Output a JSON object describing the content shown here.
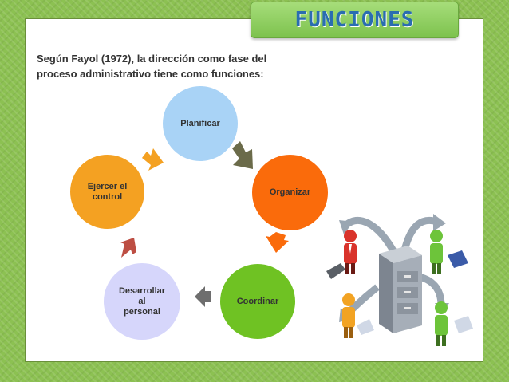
{
  "title": "FUNCIONES",
  "intro": {
    "line1": "Según  Fayol (1972), la dirección como fase del",
    "line2": "proceso administrativo tiene como funciones:"
  },
  "cycle": {
    "nodes": [
      {
        "id": "planificar",
        "lines": [
          "Planificar"
        ],
        "color": "#a9d3f6"
      },
      {
        "id": "organizar",
        "lines": [
          "Organizar"
        ],
        "color": "#fa6b0b"
      },
      {
        "id": "coordinar",
        "lines": [
          "Coordinar"
        ],
        "color": "#6fc223"
      },
      {
        "id": "desarrollar",
        "lines": [
          "Desarrollar",
          "al",
          "personal"
        ],
        "color": "#d6d6fb"
      },
      {
        "id": "ejercer",
        "lines": [
          "Ejercer  el",
          "control"
        ],
        "color": "#f4a122"
      }
    ],
    "arrow_colors": [
      "#6b6b4a",
      "#fa6b0b",
      "#6e6e6e",
      "#bd4e43",
      "#f4a122"
    ]
  },
  "colors": {
    "background": "#8cc152",
    "title_text": "#2a6db1",
    "title_banner": "#8fd05f"
  },
  "illustration": {
    "icon": "file-server-network-icon"
  }
}
